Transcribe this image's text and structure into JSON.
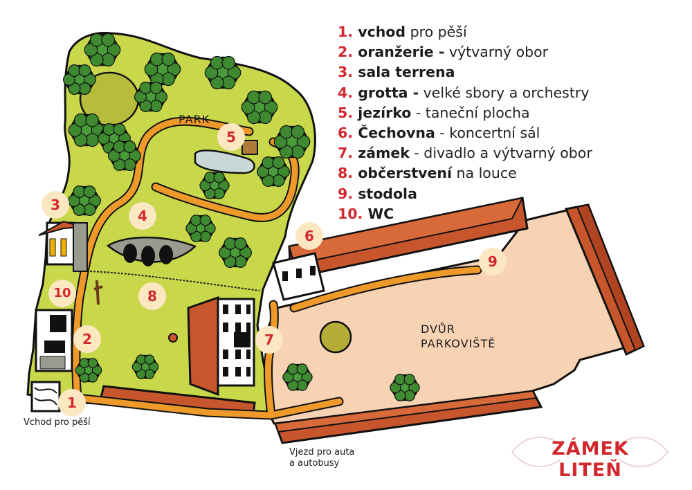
{
  "legend": [
    {
      "num": "1.",
      "bold": "vchod",
      "rest": " pro pěší"
    },
    {
      "num": "2.",
      "bold": "oranžerie -",
      "rest": " výtvarný obor"
    },
    {
      "num": "3.",
      "bold": "sala terrena",
      "rest": ""
    },
    {
      "num": "4.",
      "bold": "grotta -",
      "rest": " velké sbory a orchestry"
    },
    {
      "num": "5.",
      "bold": "jezírko",
      "rest": " - taneční plocha"
    },
    {
      "num": "6.",
      "bold": "Čechovna",
      "rest": " - koncertní sál"
    },
    {
      "num": "7.",
      "bold": "zámek",
      "rest": " - divadlo a výtvarný obor"
    },
    {
      "num": "8.",
      "bold": "občerstvení",
      "rest": " na louce"
    },
    {
      "num": "9.",
      "bold": "stodola",
      "rest": ""
    },
    {
      "num": "10.",
      "bold": "WC",
      "rest": ""
    }
  ],
  "labels": {
    "park": "PARK",
    "court_line1": "DVŮR",
    "court_line2": "PARKOVIŠTĚ",
    "pedestrian_entrance": "Vchod pro pěší",
    "vehicle_entry_line1": "Vjezd pro auta",
    "vehicle_entry_line2": "a autobusy",
    "title": "ZÁMEK LITEŇ"
  },
  "markers": [
    "1",
    "2",
    "3",
    "4",
    "5",
    "6",
    "7",
    "8",
    "9",
    "10"
  ],
  "colors": {
    "park_green": "#c8d84a",
    "path_orange": "#ee9a2b",
    "courtyard": "#f7d3b4",
    "roof": "#c8562d",
    "tree": "#4a9b3a",
    "accent_red": "#d3272e",
    "badge_bg": "#fbe7c2"
  }
}
